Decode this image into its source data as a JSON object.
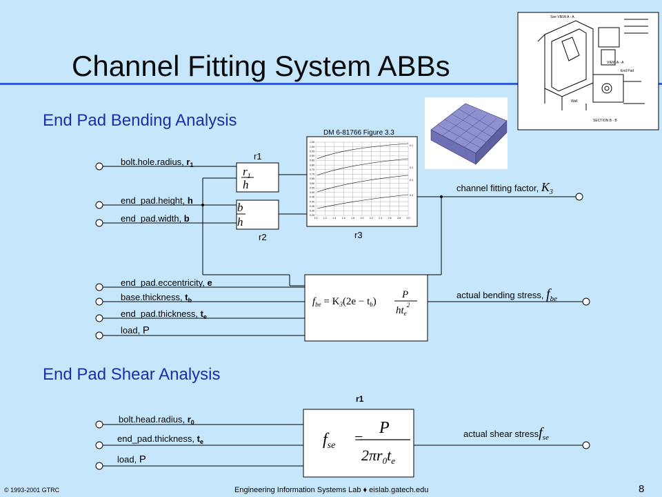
{
  "title": "Channel Fitting System ABBs",
  "sections": {
    "bending": "End Pad Bending Analysis",
    "shear": "End Pad Shear Analysis"
  },
  "bending": {
    "inputs": [
      {
        "name": "bolt.hole.radius, ",
        "sym": "r",
        "sub": "1"
      },
      {
        "name": "end_pad.height, ",
        "sym": "h",
        "sub": ""
      },
      {
        "name": "end_pad.width, ",
        "sym": "b",
        "sub": ""
      },
      {
        "name": "end_pad.eccentricity, ",
        "sym": "e",
        "sub": ""
      },
      {
        "name": "base.thickness, ",
        "sym": "t",
        "sub": "b"
      },
      {
        "name": "end_pad.thickness, ",
        "sym": "t",
        "sub": "e"
      },
      {
        "name": "load, ",
        "sym": "P",
        "sub": ""
      }
    ],
    "relations": {
      "r1": "r1",
      "r2": "r2",
      "r3": "r3"
    },
    "ratio1": {
      "num": "r",
      "num_sub": "1",
      "den": "h"
    },
    "ratio2": {
      "num": "b",
      "den": "h"
    },
    "figure_caption": "DM 6-81766 Figure 3.3",
    "chart_y_ticks": [
      "1.05",
      "1.00",
      "0.95",
      "0.90",
      "0.85",
      "0.80",
      "0.75",
      "0.70",
      "0.65",
      "0.60",
      "0.55",
      "0.50",
      "0.45",
      "0.40",
      "0.35",
      "0.30",
      "0.25"
    ],
    "chart_x_ticks": [
      "1.0",
      "1.2",
      "1.4",
      "1.6",
      "1.8",
      "2.0",
      "2.2",
      "2.4",
      "2.6",
      "2.8",
      "3.0"
    ],
    "chart_right_labels": [
      "0.1",
      "0.2",
      "0.3",
      "0.4"
    ],
    "output_k": {
      "name": "channel fitting factor, ",
      "sym": "K",
      "sub": "3"
    },
    "output_f": {
      "name": "actual bending stress, ",
      "sym": "f",
      "sub": "be"
    },
    "formula": {
      "lhs": "f",
      "lhs_sub": "be",
      "mid": " = K",
      "mid_sub": "3",
      "paren": "(2e − t",
      "paren_sub": "b",
      "close": ")",
      "frac_num": "P",
      "frac_den": "ht",
      "frac_den_sub": "e",
      "frac_den_sup": "2"
    }
  },
  "shear": {
    "relation": "r1",
    "inputs": [
      {
        "name": "bolt.head.radius, ",
        "sym": "r",
        "sub": "0"
      },
      {
        "name": "end_pad.thickness, ",
        "sym": "t",
        "sub": "e"
      },
      {
        "name": "load, ",
        "sym": "P",
        "sub": ""
      }
    ],
    "output": {
      "name": "actual shear stress",
      "sym": "f",
      "sub": "se"
    },
    "formula": {
      "lhs": "f",
      "lhs_sub": "se",
      "eq": "=",
      "num": "P",
      "den": "2πr",
      "den_sub": "0",
      "den_tail": "t",
      "den_tail_sub": "e"
    }
  },
  "footer": {
    "copyright": "© 1993-2001  GTRC",
    "center_a": "Engineering Information Systems Lab ",
    "diamond": "♦",
    "center_b": " eislab.gatech.edu",
    "page": "8"
  },
  "colors": {
    "background": "#c6e6fb",
    "accent_rule": "#2f5bd8",
    "heading": "#1a2ea8"
  }
}
